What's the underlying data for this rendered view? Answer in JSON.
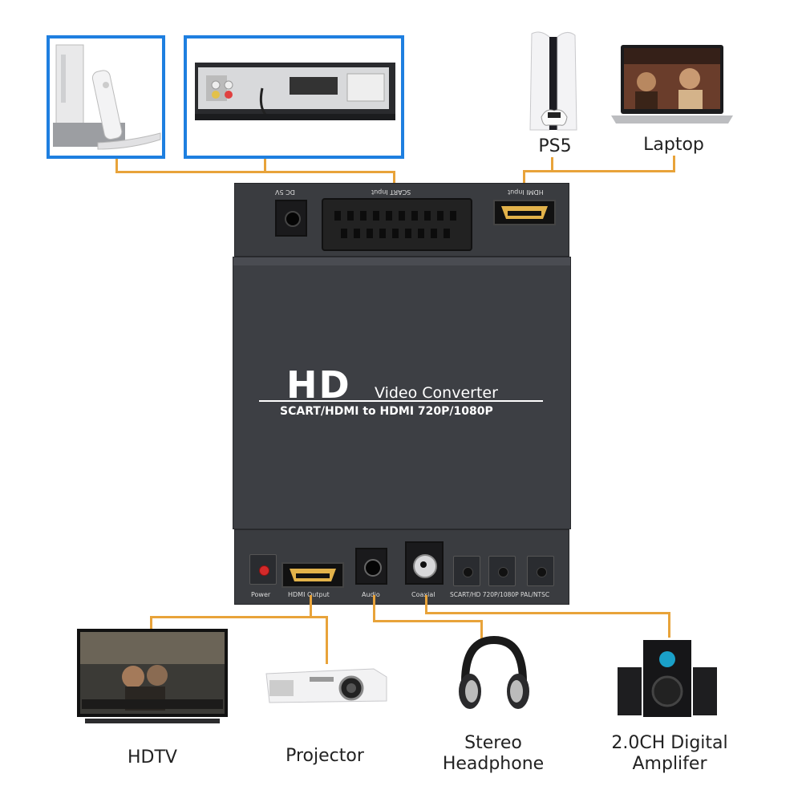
{
  "top_devices": {
    "ps5_label": "PS5",
    "laptop_label": "Laptop"
  },
  "converter": {
    "brand": "HD",
    "title": "Video Converter",
    "subtitle": "SCART/HDMI to HDMI 720P/1080P",
    "top_ports": {
      "dc": "DC 5V",
      "scart": "SCART Input",
      "hdmi_in": "HDMI Input"
    },
    "bottom_ports": {
      "power": "Power",
      "hdmi_out": "HDMI Output",
      "audio": "Audio",
      "coaxial": "Coaxial",
      "buttons": "SCART/HD  720P/1080P  PAL/NTSC"
    }
  },
  "bottom_devices": {
    "hdtv": "HDTV",
    "projector": "Projector",
    "headphone_line1": "Stereo",
    "headphone_line2": "Headphone",
    "amp_line1": "2.0CH Digital",
    "amp_line2": "Amplifer"
  },
  "colors": {
    "wire": "#e8a33a",
    "frame": "#1e7fe0",
    "device_body": "#3a3c40"
  }
}
